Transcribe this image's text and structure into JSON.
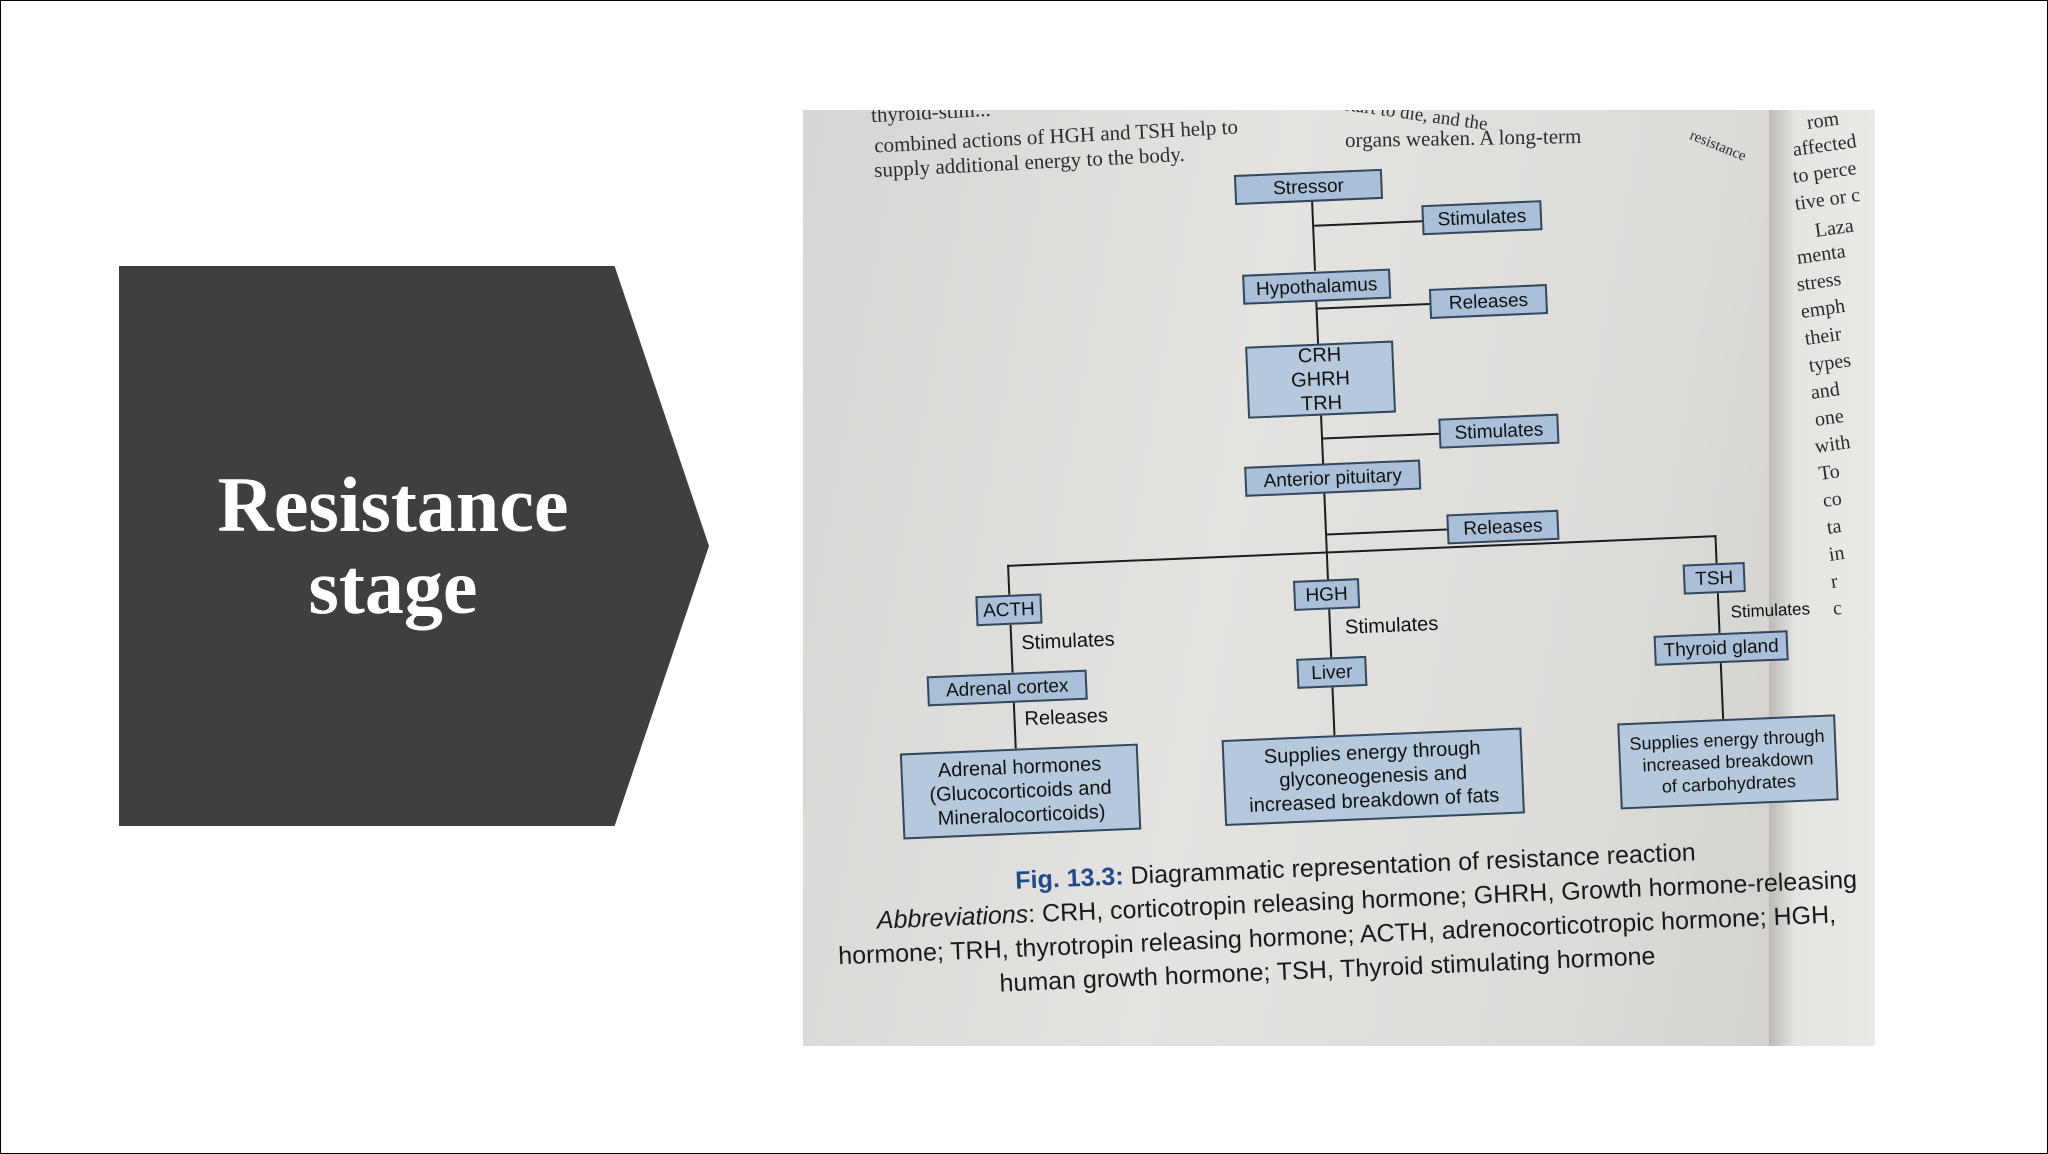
{
  "slide": {
    "title_line1": "Resistance",
    "title_line2": "stage"
  },
  "photo": {
    "book_lines": {
      "line1": "thyroid-stim...",
      "line2": "combined actions of HGH and TSH help to",
      "line3": "supply additional energy to the body.",
      "right_col": "organs   weaken.   A   long-term",
      "right_col_top": "start to die, and the",
      "right_col_end": "resistance"
    },
    "side_page_words": [
      "rom",
      "affected",
      "to perce",
      "tive or c",
      "Laza",
      "menta",
      "stress",
      "emph",
      "their",
      "types",
      "and",
      "one",
      "with",
      "To",
      "co",
      "ta",
      "in",
      "r",
      "c"
    ],
    "diagram": {
      "stressor": "Stressor",
      "stimulates_1": "Stimulates",
      "hypothalamus": "Hypothalamus",
      "releases_1": "Releases",
      "crh": "CRH",
      "ghrh": "GHRH",
      "trh": "TRH",
      "stimulates_2": "Stimulates",
      "anterior_pituitary": "Anterior pituitary",
      "releases_2": "Releases",
      "acth": "ACTH",
      "hgh": "HGH",
      "tsh": "TSH",
      "stimulates_acth": "Stimulates",
      "stimulates_hgh": "Stimulates",
      "stimulates_tsh": "Stimulates",
      "adrenal_cortex": "Adrenal cortex",
      "liver": "Liver",
      "thyroid_gland": "Thyroid gland",
      "releases_adrenal": "Releases",
      "adrenal_hormones_1": "Adrenal hormones",
      "adrenal_hormones_2": "(Glucocorticoids and",
      "adrenal_hormones_3": "Mineralocorticoids)",
      "liver_out_1": "Supplies energy through",
      "liver_out_2": "glyconeogenesis and",
      "liver_out_3": "increased breakdown of fats",
      "thyroid_out_1": "Supplies energy through",
      "thyroid_out_2": "increased breakdown",
      "thyroid_out_3": "of carbohydrates"
    },
    "caption": {
      "fig_number": "Fig. 13.3:",
      "fig_title": "Diagrammatic representation of resistance reaction",
      "abbrev_label": "Abbreviations",
      "line1": ": CRH, corticotropin releasing hormone; GHRH, Growth hormone-releasing",
      "line2": "hormone; TRH, thyrotropin releasing hormone; ACTH, adrenocorticotropic hormone; HGH,",
      "line3": "human growth hormone; TSH, Thyroid stimulating hormone"
    }
  }
}
